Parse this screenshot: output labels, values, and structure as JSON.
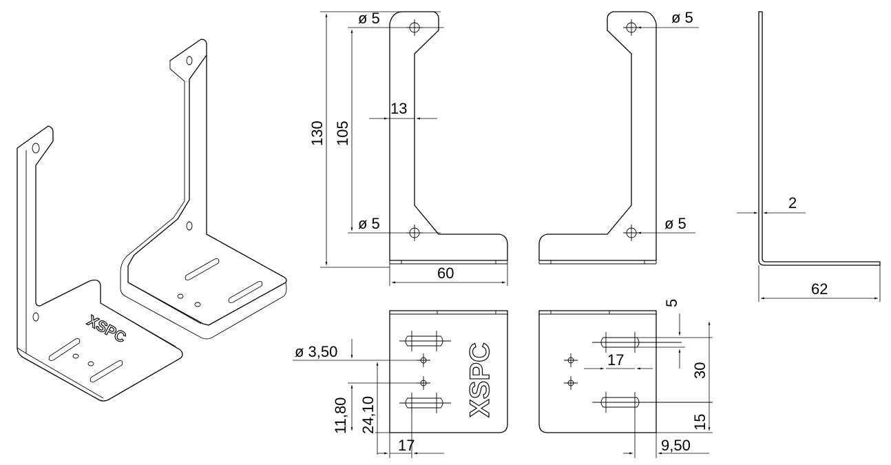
{
  "dimensions": {
    "dia_top_left": "ø 5",
    "dia_bot_left": "ø 5",
    "dia_top_right": "ø 5",
    "dia_bot_right": "ø 5",
    "height_total": "130",
    "hole_spacing": "105",
    "arm_width": "13",
    "width_front": "60",
    "thickness": "2",
    "depth_side": "62",
    "small_hole_dia": "ø 3,50",
    "hole_offset_a": "11,80",
    "hole_offset_b": "24,10",
    "slot_offset_left": "17",
    "slot_length": "17",
    "slot_spacing": "30",
    "slot_to_edge": "15",
    "slot_width": "5",
    "slot_edge_offset": "9,50"
  },
  "logo": {
    "text": "XSPC"
  }
}
